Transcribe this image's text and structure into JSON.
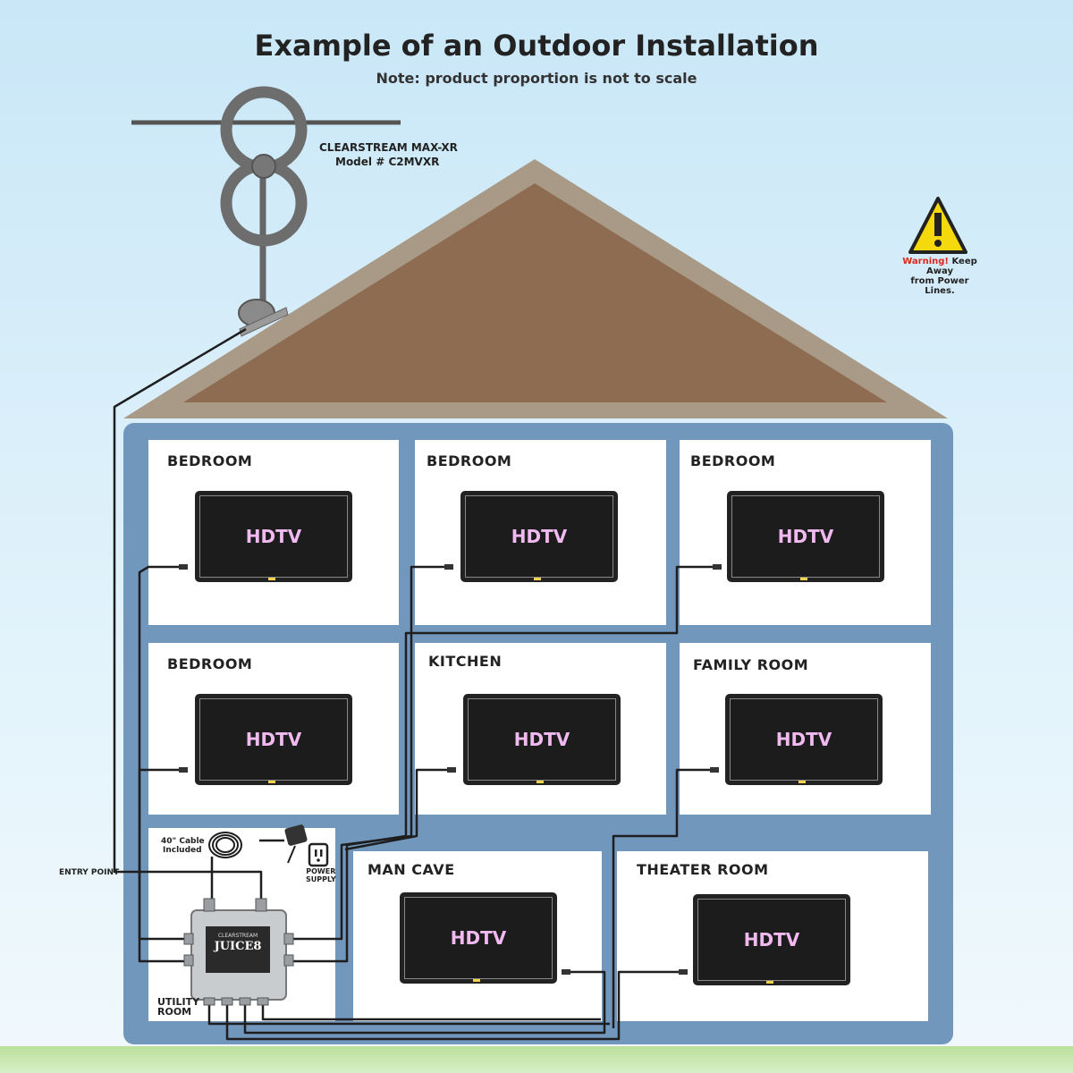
{
  "header": {
    "title": "Example of an Outdoor Installation",
    "subtitle": "Note: product proportion is not to scale"
  },
  "antenna": {
    "brand_line": "CLEARSTREAM MAX-XR",
    "model_line": "Model # C2MVXR"
  },
  "warning": {
    "emphasis": "Warning!",
    "line1": " Keep Away",
    "line2": "from Power Lines."
  },
  "rooms": [
    {
      "label": "BEDROOM",
      "tv": "HDTV"
    },
    {
      "label": "BEDROOM",
      "tv": "HDTV"
    },
    {
      "label": "BEDROOM",
      "tv": "HDTV"
    },
    {
      "label": "BEDROOM",
      "tv": "HDTV"
    },
    {
      "label": "KITCHEN",
      "tv": "HDTV"
    },
    {
      "label": "FAMILY ROOM",
      "tv": "HDTV"
    },
    {
      "label": "MAN CAVE",
      "tv": "HDTV"
    },
    {
      "label": "THEATER ROOM",
      "tv": "HDTV"
    }
  ],
  "utility": {
    "cable_line1": "40\" Cable",
    "cable_line2": "Included",
    "power_line1": "POWER",
    "power_line2": "SUPPLY",
    "room_line1": "UTILITY",
    "room_line2": "ROOM",
    "entry_point": "ENTRY POINT",
    "amp_brand": "CLEARSTREAM",
    "amp_name": "JUICE8"
  },
  "colors": {
    "roof": "#8e6c52",
    "roof_edge": "#a89a86",
    "house": "#7197bd",
    "tv_text": "#f0b9ef",
    "warning_red": "#e1251b",
    "warning_yellow": "#f5d90c"
  }
}
